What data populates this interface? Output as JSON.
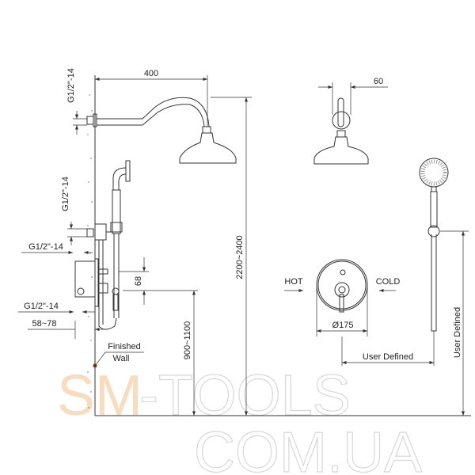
{
  "side_view": {
    "dim_arm_length": "400",
    "dim_height_total": "2200~2400",
    "dim_valve_height": "900~1100",
    "dim_outlet_offset": "68",
    "thread_top": "G1/2\"-14",
    "thread_middle": "G1/2\"-14",
    "thread_left_upper": "G1/2\"-14",
    "thread_left_lower": "G1/2\"-14",
    "dim_depth": "58~78",
    "finished_wall_line1": "Finished",
    "finished_wall_line2": "Wall"
  },
  "front_view": {
    "dim_head_width": "60",
    "hot_label": "HOT",
    "cold_label": "COLD",
    "dim_plate_diameter": "Ø175",
    "user_defined_horizontal": "User Defined",
    "user_defined_vertical": "User Defined"
  },
  "watermark": {
    "line1_a": "SM",
    "line1_b": "-TOOLS",
    "line2": "COM.UA"
  }
}
